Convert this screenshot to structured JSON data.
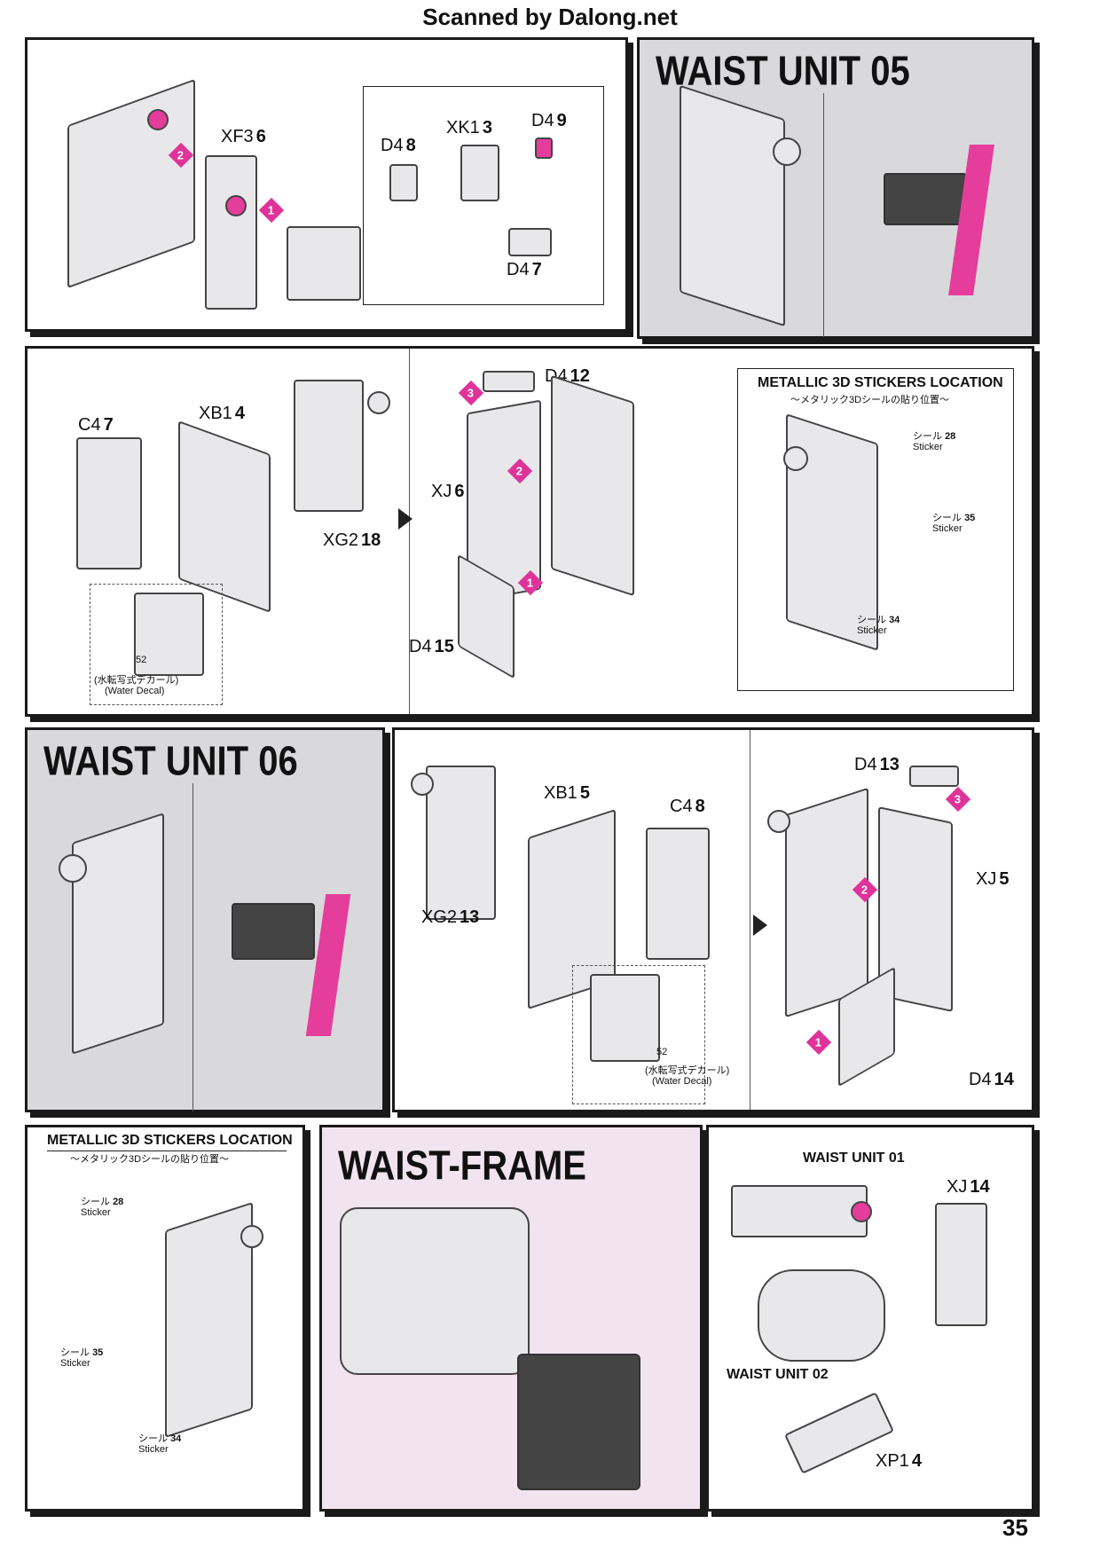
{
  "header": "Scanned by Dalong.net",
  "page_number": "35",
  "panel1": {
    "labels": {
      "xf3": "XF3",
      "xf3_n": "6",
      "d4a": "D4",
      "d4a_n": "8",
      "xk1": "XK1",
      "xk1_n": "3",
      "d4b": "D4",
      "d4b_n": "9",
      "d4c": "D4",
      "d4c_n": "7"
    },
    "steps": [
      "2",
      "1"
    ]
  },
  "waist05": {
    "title": "WAIST UNIT 05"
  },
  "panel3": {
    "labels": {
      "c4": "C4",
      "c4_n": "7",
      "xb1": "XB1",
      "xb1_n": "4",
      "xg2": "XG2",
      "xg2_n": "18",
      "d4_12": "D4",
      "d4_12_n": "12",
      "xj": "XJ",
      "xj_n": "6",
      "d4_15": "D4",
      "d4_15_n": "15"
    },
    "decal": {
      "number": "52",
      "jp": "(水転写式デカール)",
      "en": "(Water Decal)"
    },
    "steps": [
      "3",
      "2",
      "1"
    ],
    "stickers": {
      "title": "METALLIC 3D STICKERS LOCATION",
      "subtitle": "〜メタリック3Dシールの貼り位置〜",
      "s28_jp": "シール",
      "s28_n": "28",
      "s28_en": "Sticker",
      "s35_jp": "シール",
      "s35_n": "35",
      "s35_en": "Sticker",
      "s34_jp": "シール",
      "s34_n": "34",
      "s34_en": "Sticker"
    }
  },
  "waist06": {
    "title": "WAIST UNIT 06"
  },
  "panel5": {
    "labels": {
      "xb1": "XB1",
      "xb1_n": "5",
      "c4": "C4",
      "c4_n": "8",
      "xg2": "XG2",
      "xg2_n": "13"
    },
    "decal": {
      "number": "52",
      "jp": "(水転写式デカール)",
      "en": "(Water Decal)"
    }
  },
  "panel6": {
    "labels": {
      "d4_13": "D4",
      "d4_13_n": "13",
      "xj": "XJ",
      "xj_n": "5",
      "d4_14": "D4",
      "d4_14_n": "14"
    },
    "steps": [
      "3",
      "2",
      "1"
    ]
  },
  "stickers2": {
    "title": "METALLIC 3D STICKERS LOCATION",
    "subtitle": "〜メタリック3Dシールの貼り位置〜",
    "s28_jp": "シール",
    "s28_n": "28",
    "s28_en": "Sticker",
    "s35_jp": "シール",
    "s35_n": "35",
    "s35_en": "Sticker",
    "s34_jp": "シール",
    "s34_n": "34",
    "s34_en": "Sticker"
  },
  "waistframe": {
    "title": "WAIST-FRAME"
  },
  "panel9": {
    "wu01": "WAIST UNIT 01",
    "wu02": "WAIST UNIT 02",
    "xj": "XJ",
    "xj_n": "14",
    "xp1": "XP1",
    "xp1_n": "4"
  },
  "colors": {
    "accent": "#e53d9c",
    "panel_gray": "#d9d9dc",
    "panel_pink": "#f2e4ee"
  }
}
